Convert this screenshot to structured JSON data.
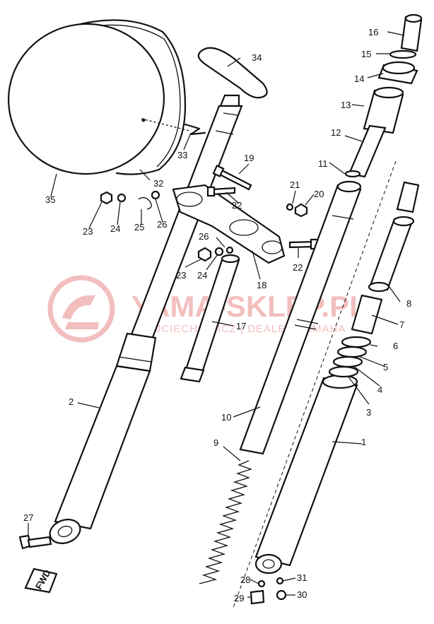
{
  "watermark": {
    "brand": "YAMA-SKLEP.PL",
    "tagline": "WOJCIECHOWICZ | DEALER YAMAHA",
    "color": "#e88a8a"
  },
  "fwd_marker": "FWD",
  "callouts": [
    {
      "id": "1",
      "text": "1"
    },
    {
      "id": "2",
      "text": "2"
    },
    {
      "id": "3",
      "text": "3"
    },
    {
      "id": "4",
      "text": "4"
    },
    {
      "id": "5",
      "text": "5"
    },
    {
      "id": "6",
      "text": "6"
    },
    {
      "id": "7",
      "text": "7"
    },
    {
      "id": "8",
      "text": "8"
    },
    {
      "id": "9",
      "text": "9"
    },
    {
      "id": "10",
      "text": "10"
    },
    {
      "id": "11",
      "text": "11"
    },
    {
      "id": "12",
      "text": "12"
    },
    {
      "id": "13",
      "text": "13"
    },
    {
      "id": "14",
      "text": "14"
    },
    {
      "id": "15",
      "text": "15"
    },
    {
      "id": "16",
      "text": "16"
    },
    {
      "id": "17",
      "text": "17"
    },
    {
      "id": "18",
      "text": "18"
    },
    {
      "id": "19",
      "text": "19"
    },
    {
      "id": "20",
      "text": "20"
    },
    {
      "id": "21",
      "text": "21"
    },
    {
      "id": "22a",
      "text": "22"
    },
    {
      "id": "22b",
      "text": "22"
    },
    {
      "id": "23a",
      "text": "23"
    },
    {
      "id": "23b",
      "text": "23"
    },
    {
      "id": "24a",
      "text": "24"
    },
    {
      "id": "24b",
      "text": "24"
    },
    {
      "id": "25",
      "text": "25"
    },
    {
      "id": "26a",
      "text": "26"
    },
    {
      "id": "26b",
      "text": "26"
    },
    {
      "id": "27",
      "text": "27"
    },
    {
      "id": "28",
      "text": "28"
    },
    {
      "id": "29",
      "text": "29"
    },
    {
      "id": "30",
      "text": "30"
    },
    {
      "id": "31",
      "text": "31"
    },
    {
      "id": "32",
      "text": "32"
    },
    {
      "id": "33",
      "text": "33"
    },
    {
      "id": "34",
      "text": "34"
    },
    {
      "id": "35",
      "text": "35"
    }
  ]
}
